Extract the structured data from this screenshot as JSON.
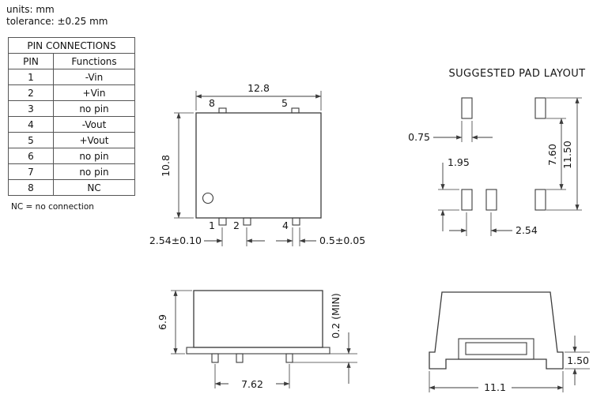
{
  "page": {
    "units": "units: mm",
    "tolerance": "tolerance: ±0.25 mm"
  },
  "pin_table": {
    "title": "PIN CONNECTIONS",
    "headers": {
      "pin": "PIN",
      "functions": "Functions"
    },
    "rows": [
      {
        "pin": "1",
        "func": "-Vin"
      },
      {
        "pin": "2",
        "func": "+Vin"
      },
      {
        "pin": "3",
        "func": "no pin"
      },
      {
        "pin": "4",
        "func": "-Vout"
      },
      {
        "pin": "5",
        "func": "+Vout"
      },
      {
        "pin": "6",
        "func": "no pin"
      },
      {
        "pin": "7",
        "func": "no pin"
      },
      {
        "pin": "8",
        "func": "NC"
      }
    ],
    "note": "NC = no connection"
  },
  "top_view": {
    "dim_body_width": "12.8",
    "dim_body_height": "10.8",
    "pin_label_8": "8",
    "pin_label_5": "5",
    "pin_label_1": "1",
    "pin_label_2": "2",
    "pin_label_4": "4",
    "dim_pin_pitch": "2.54±0.10",
    "dim_pin_width": "0.5±0.05"
  },
  "pad_layout": {
    "title": "SUGGESTED PAD LAYOUT",
    "dim_pad_width": "0.75",
    "dim_pad_length": "1.95",
    "dim_row_span_inner": "7.60",
    "dim_row_span_outer": "11.50",
    "dim_pad_pitch": "2.54"
  },
  "side_view": {
    "dim_body_height": "6.9",
    "dim_pin_span": "7.62",
    "dim_standoff": "0.2 (MIN)"
  },
  "end_view": {
    "dim_foot_height": "1.50",
    "dim_body_width": "11.1"
  }
}
